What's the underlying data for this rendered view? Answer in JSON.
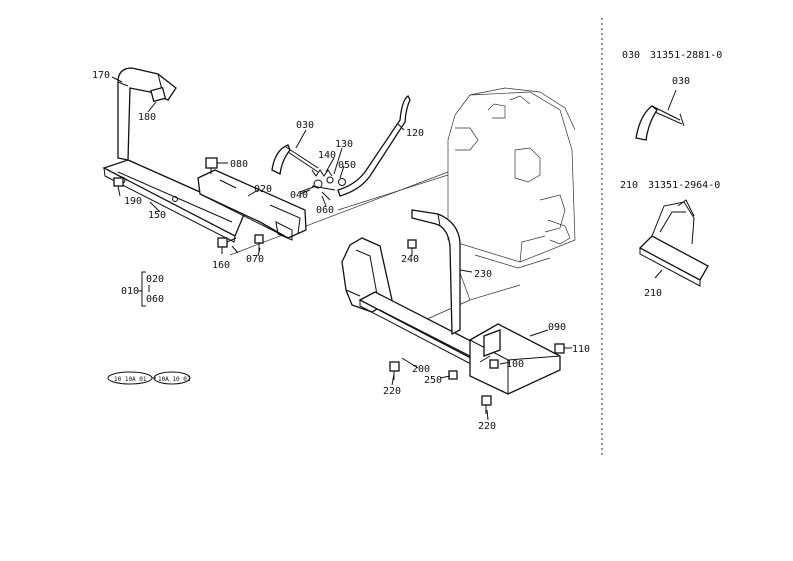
{
  "callouts": {
    "c170": "170",
    "c180": "180",
    "c190": "190",
    "c150": "150",
    "c080": "080",
    "c020": "020",
    "c030": "030",
    "c140": "140",
    "c130": "130",
    "c050": "050",
    "c120": "120",
    "c040": "040",
    "c060": "060",
    "c160": "160",
    "c070": "070",
    "c240": "240",
    "c230": "230",
    "c090": "090",
    "c110": "110",
    "c100": "100",
    "c200": "200",
    "c250": "250",
    "c220a": "220",
    "c220b": "220"
  },
  "kit": {
    "prefix": "010",
    "item1": "020",
    "item2": "060"
  },
  "badges": {
    "left": "10 10A 01",
    "right": "10A 10 02"
  },
  "parts": [
    {
      "ref": "030",
      "number": "31351-2881-0"
    },
    {
      "ref": "210",
      "number": "31351-2964-0"
    }
  ],
  "detail_callouts": {
    "d030": "030",
    "d210": "210"
  }
}
